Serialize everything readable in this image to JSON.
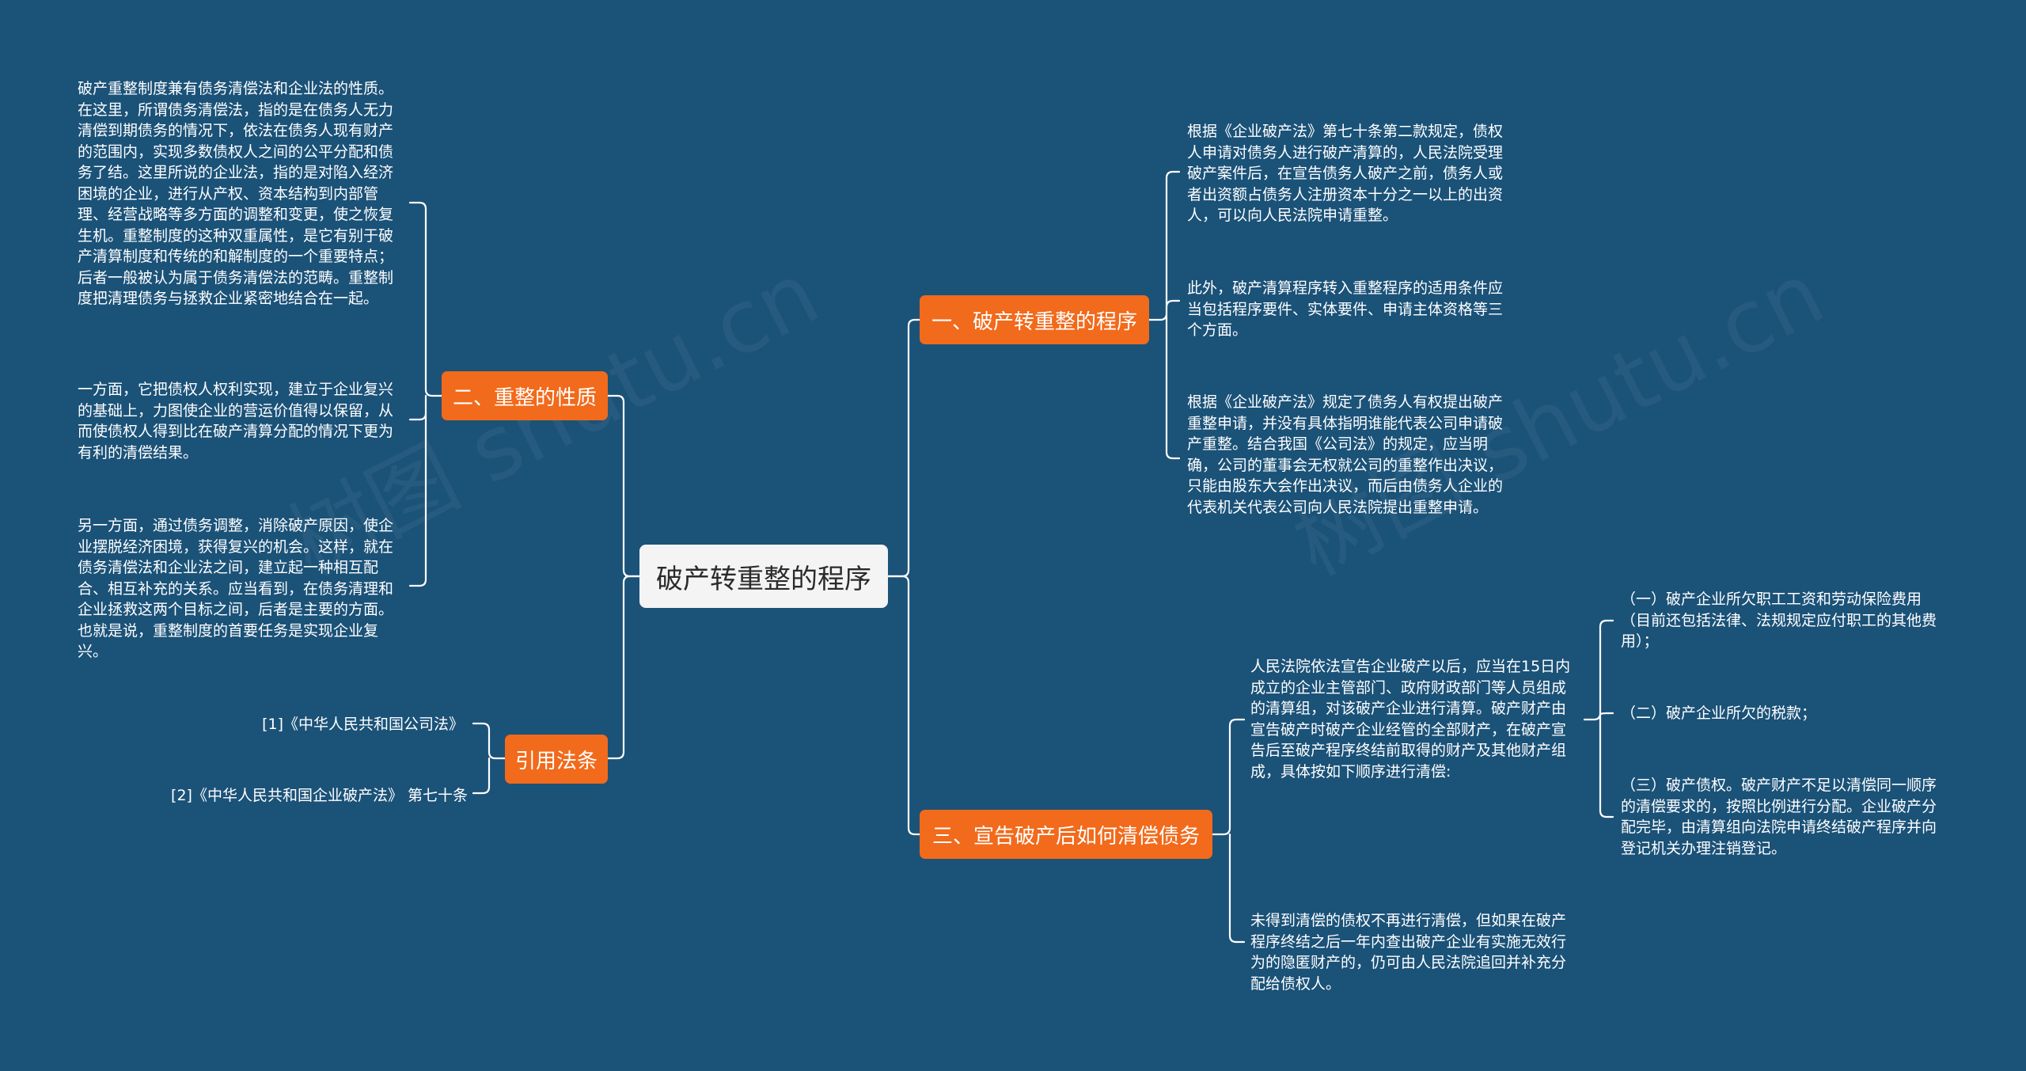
{
  "root": {
    "title": "破产转重整的程序"
  },
  "branches": {
    "b1": {
      "label": "一、破产转重整的程序"
    },
    "b2": {
      "label": "二、重整的性质"
    },
    "b3": {
      "label": "三、宣告破产后如何清偿债务"
    },
    "b4": {
      "label": "引用法条"
    }
  },
  "leaves": {
    "b1_1": "根据《企业破产法》第七十条第二款规定，债权人申请对债务人进行破产清算的，人民法院受理破产案件后，在宣告债务人破产之前，债务人或者出资额占债务人注册资本十分之一以上的出资人，可以向人民法院申请重整。",
    "b1_2": "此外，破产清算程序转入重整程序的适用条件应当包括程序要件、实体要件、申请主体资格等三个方面。",
    "b1_3": "根据《企业破产法》规定了债务人有权提出破产重整申请，并没有具体指明谁能代表公司申请破产重整。结合我国《公司法》的规定，应当明确，公司的董事会无权就公司的重整作出决议，只能由股东大会作出决议，而后由债务人企业的代表机关代表公司向人民法院提出重整申请。",
    "b2_1": "破产重整制度兼有债务清偿法和企业法的性质。在这里，所谓债务清偿法，指的是在债务人无力清偿到期债务的情况下，依法在债务人现有财产的范围内，实现多数债权人之间的公平分配和债务了结。这里所说的企业法，指的是对陷入经济困境的企业，进行从产权、资本结构到内部管理、经营战略等多方面的调整和变更，使之恢复生机。重整制度的这种双重属性，是它有别于破产清算制度和传统的和解制度的一个重要特点；后者一般被认为属于债务清偿法的范畴。重整制度把清理债务与拯救企业紧密地结合在一起。",
    "b2_2": "一方面，它把债权人权利实现，建立于企业复兴的基础上，力图使企业的营运价值得以保留，从而使债权人得到比在破产清算分配的情况下更为有利的清偿结果。",
    "b2_3": "另一方面，通过债务调整，消除破产原因，使企业摆脱经济困境，获得复兴的机会。这样，就在债务清偿法和企业法之间，建立起一种相互配合、相互补充的关系。应当看到，在债务清理和企业拯救这两个目标之间，后者是主要的方面。也就是说，重整制度的首要任务是实现企业复兴。",
    "b3_1": "人民法院依法宣告企业破产以后，应当在15日内成立的企业主管部门、政府财政部门等人员组成的清算组，对该破产企业进行清算。破产财产由宣告破产时破产企业经管的全部财产，在破产宣告后至破产程序终结前取得的财产及其他财产组成，具体按如下顺序进行清偿:",
    "b3_2": "未得到清偿的债权不再进行清偿，但如果在破产程序终结之后一年内查出破产企业有实施无效行为的隐匿财产的，仍可由人民法院追回并补充分配给债权人。",
    "b3_1_1": "（一）破产企业所欠职工工资和劳动保险费用（目前还包括法律、法规规定应付职工的其他费用）；",
    "b3_1_2": "（二）破产企业所欠的税款；",
    "b3_1_3": "（三）破产债权。破产财产不足以清偿同一顺序的清偿要求的，按照比例进行分配。企业破产分配完毕，由清算组向法院申请终结破产程序并向登记机关办理注销登记。",
    "b4_1": "[1]《中华人民共和国公司法》",
    "b4_2": "[2]《中华人民共和国企业破产法》 第七十条"
  },
  "watermark": {
    "text": "树图 shutu.cn"
  },
  "colors": {
    "background": "#1b5278",
    "branch": "#f26a1b",
    "root": "#f4f4f4",
    "line": "#ffffff"
  }
}
